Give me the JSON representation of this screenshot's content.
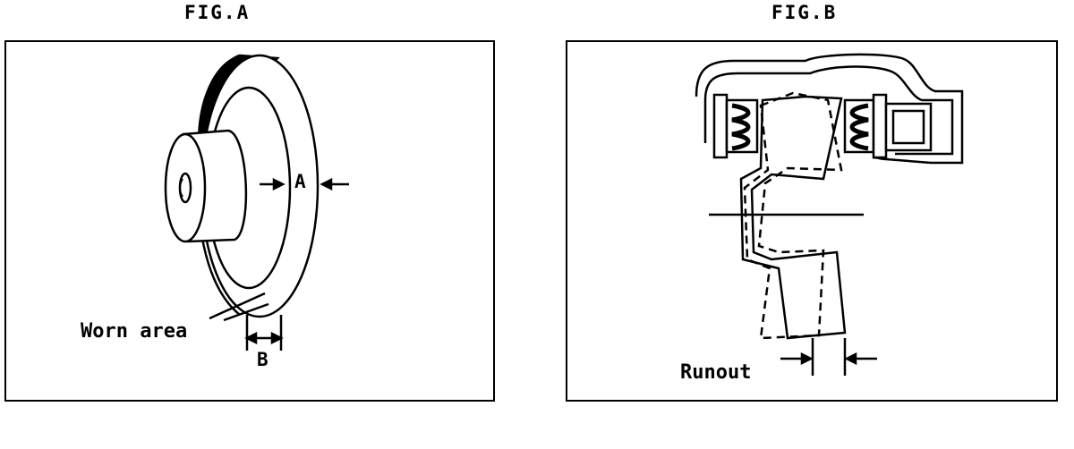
{
  "figures": {
    "a": {
      "title": "FIG.A",
      "labels": {
        "worn_area": "Worn area",
        "dim_a": "A",
        "dim_b": "B"
      }
    },
    "b": {
      "title": "FIG.B",
      "labels": {
        "runout": "Runout"
      }
    }
  },
  "colors": {
    "ink": "#000000",
    "paper": "#ffffff"
  }
}
